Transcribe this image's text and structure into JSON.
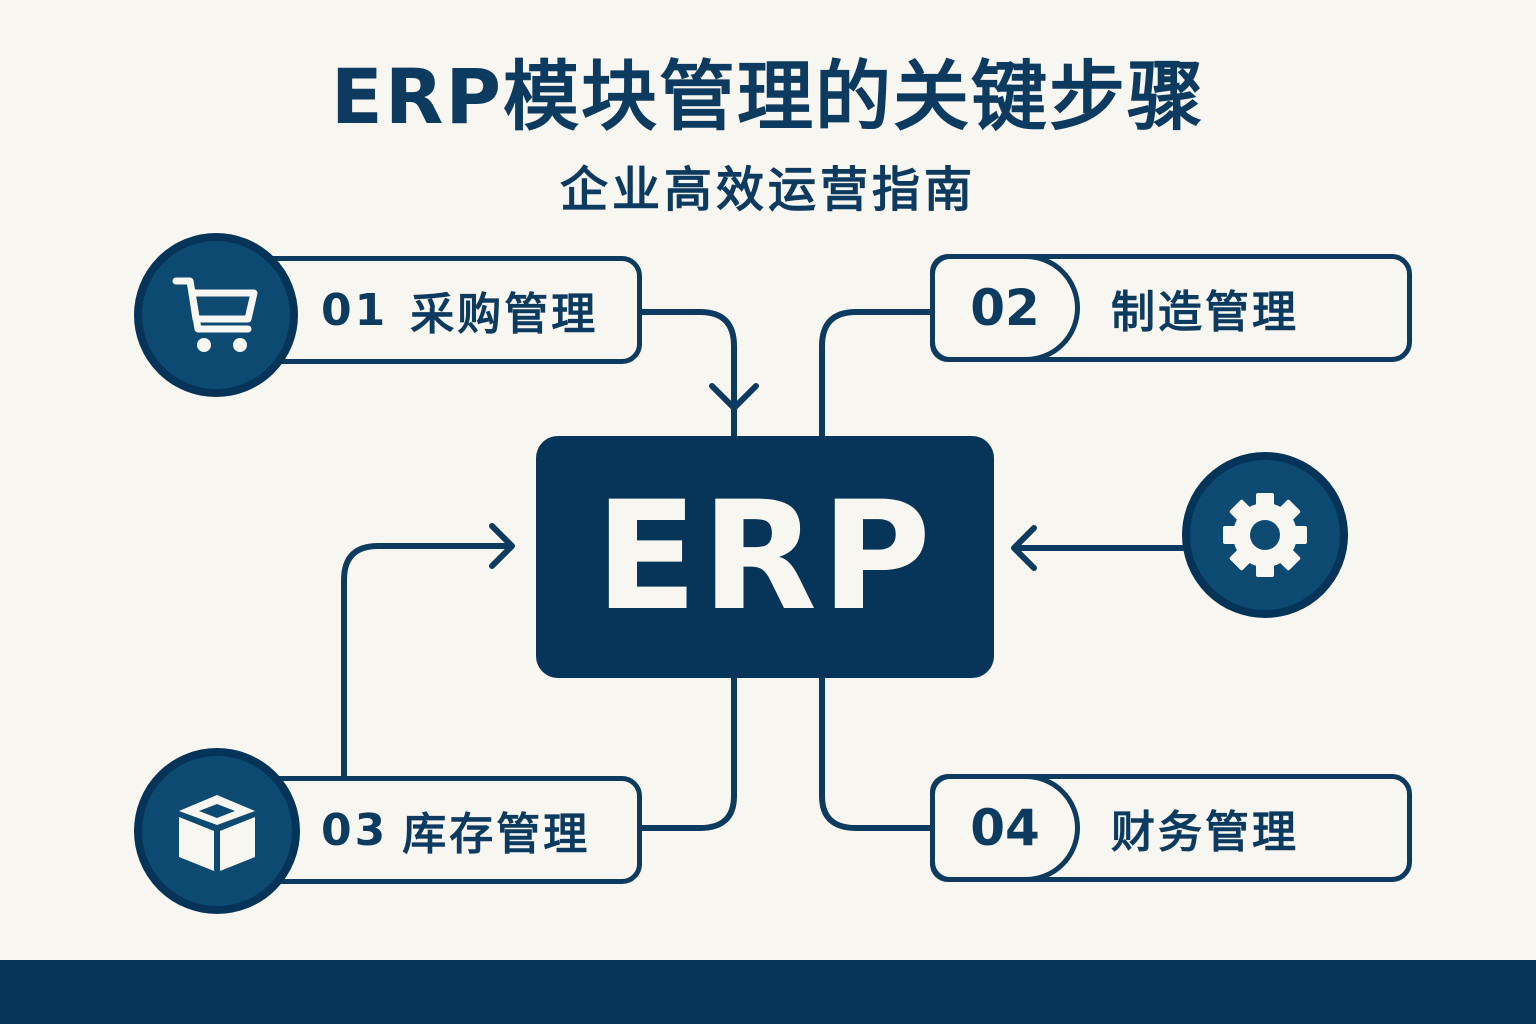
{
  "title": "ERP模块管理的关键步骤",
  "subtitle": "企业高效运营指南",
  "center": {
    "label": "ERP"
  },
  "modules": [
    {
      "number": "01",
      "name": "采购管理",
      "icon": "shopping-cart-icon"
    },
    {
      "number": "02",
      "name": "制造管理",
      "icon": "gear-icon"
    },
    {
      "number": "03",
      "name": "库存管理",
      "icon": "box-icon"
    },
    {
      "number": "04",
      "name": "财务管理",
      "icon": null
    }
  ],
  "colors": {
    "primary": "#0d3a5f",
    "dark_fill": "#063559",
    "icon_circle": "#0c4a72",
    "background": "#f8f6f1"
  }
}
